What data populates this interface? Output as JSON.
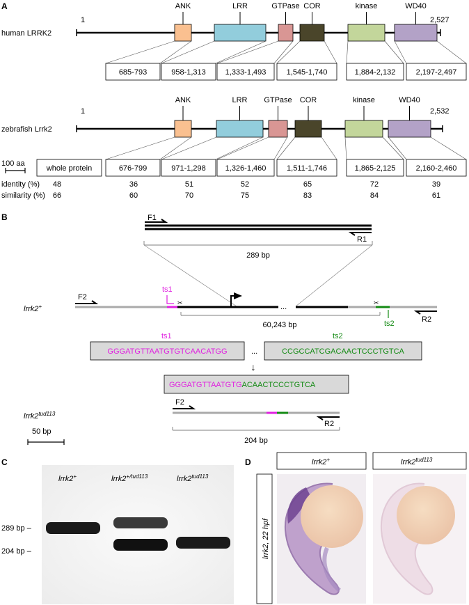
{
  "panel_a": {
    "label": "A",
    "human": {
      "name": "human LRRK2",
      "start": "1",
      "end": "2,527",
      "domains": [
        {
          "name": "ANK",
          "range": "685-793",
          "color": "#FAC090"
        },
        {
          "name": "LRR",
          "range": "958-1,313",
          "color": "#92CDDC"
        },
        {
          "name": "GTPase",
          "range": "1,333-1,493",
          "color": "#D99694"
        },
        {
          "name": "COR",
          "range": "1,545-1,740",
          "color": "#4A452A"
        },
        {
          "name": "kinase",
          "range": "1,884-2,132",
          "color": "#C3D69B"
        },
        {
          "name": "WD40",
          "range": "2,197-2,497",
          "color": "#B3A2C7"
        }
      ]
    },
    "zebrafish": {
      "name": "zebrafish Lrrk2",
      "start": "1",
      "end": "2,532",
      "whole": "whole protein",
      "domains": [
        {
          "name": "ANK",
          "range": "676-799"
        },
        {
          "name": "LRR",
          "range": "971-1,298"
        },
        {
          "name": "GTPase",
          "range": "1,326-1,460"
        },
        {
          "name": "COR",
          "range": "1,511-1,746"
        },
        {
          "name": "kinase",
          "range": "1,865-2,125"
        },
        {
          "name": "WD40",
          "range": "2,160-2,460"
        }
      ]
    },
    "scale": "100 aa",
    "identity_label": "identity (%)",
    "similarity_label": "similarity (%)",
    "identity": [
      "48",
      "36",
      "51",
      "52",
      "65",
      "72",
      "39"
    ],
    "similarity": [
      "66",
      "60",
      "70",
      "75",
      "83",
      "84",
      "61"
    ]
  },
  "panel_b": {
    "label": "B",
    "f1": "F1",
    "r1": "R1",
    "f2": "F2",
    "r2": "R2",
    "amplicon": "289 bp",
    "deletion": "60,243 bp",
    "wt_allele": "lrrk2",
    "wt_sup": "+",
    "mut_allele": "lrrk2",
    "mut_sup": "tud113",
    "ts1": "ts1",
    "ts2": "ts2",
    "seq_ts1": "GGGATGTTAATGTGTCAACATGG",
    "seq_dots": "...",
    "seq_ts2": "CCGCCATCGACAACTCCCTGTCA",
    "arrow": "↓",
    "merged_pink": "GGGATGTTAATGTG",
    "merged_green": "ACAACTCCCTGTCA",
    "mut_amplicon": "204 bp",
    "scale": "50 bp",
    "ellipsis": "...",
    "colors": {
      "ts1": "#E020E0",
      "ts2": "#138A13"
    }
  },
  "panel_c": {
    "label": "C",
    "lanes": [
      {
        "name": "lrrk2",
        "sup": "+"
      },
      {
        "name": "lrrk2",
        "sup": "+/tud113"
      },
      {
        "name": "lrrk2",
        "sup": "tud113"
      }
    ],
    "markers": [
      "289 bp –",
      "204 bp –"
    ]
  },
  "panel_d": {
    "label": "D",
    "columns": [
      {
        "name": "lrrk2",
        "sup": "+"
      },
      {
        "name": "lrrk2",
        "sup": "tud113"
      }
    ],
    "row_label": "lrrk2, 22 hpf"
  }
}
